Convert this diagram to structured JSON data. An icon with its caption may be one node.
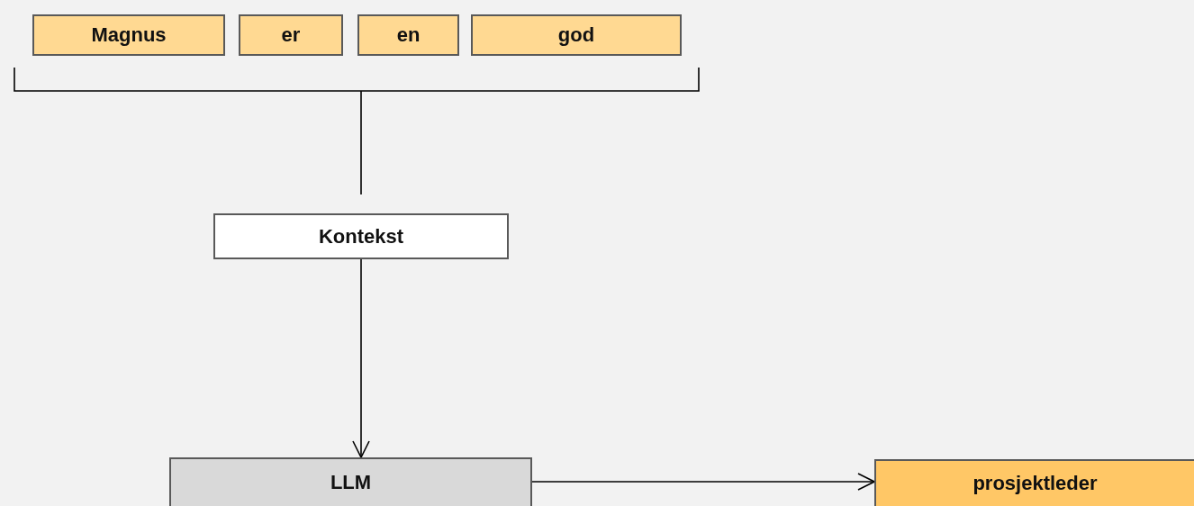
{
  "diagram": {
    "nodes": [
      {
        "text": [
          "Magnus"
        ]
      },
      {
        "text": [
          "er"
        ]
      },
      {
        "text": [
          "en"
        ]
      },
      {
        "text": [
          "god"
        ]
      },
      {
        "text": [
          "Kontekst"
        ]
      },
      {
        "text": [
          "LLM"
        ]
      },
      {
        "text": [
          "prosjektleder"
        ]
      }
    ],
    "edges": [
      {
        "from": 4,
        "to": 5,
        "arrow": "to"
      },
      {
        "from": 5,
        "to": 6,
        "arrow": "to"
      }
    ]
  }
}
